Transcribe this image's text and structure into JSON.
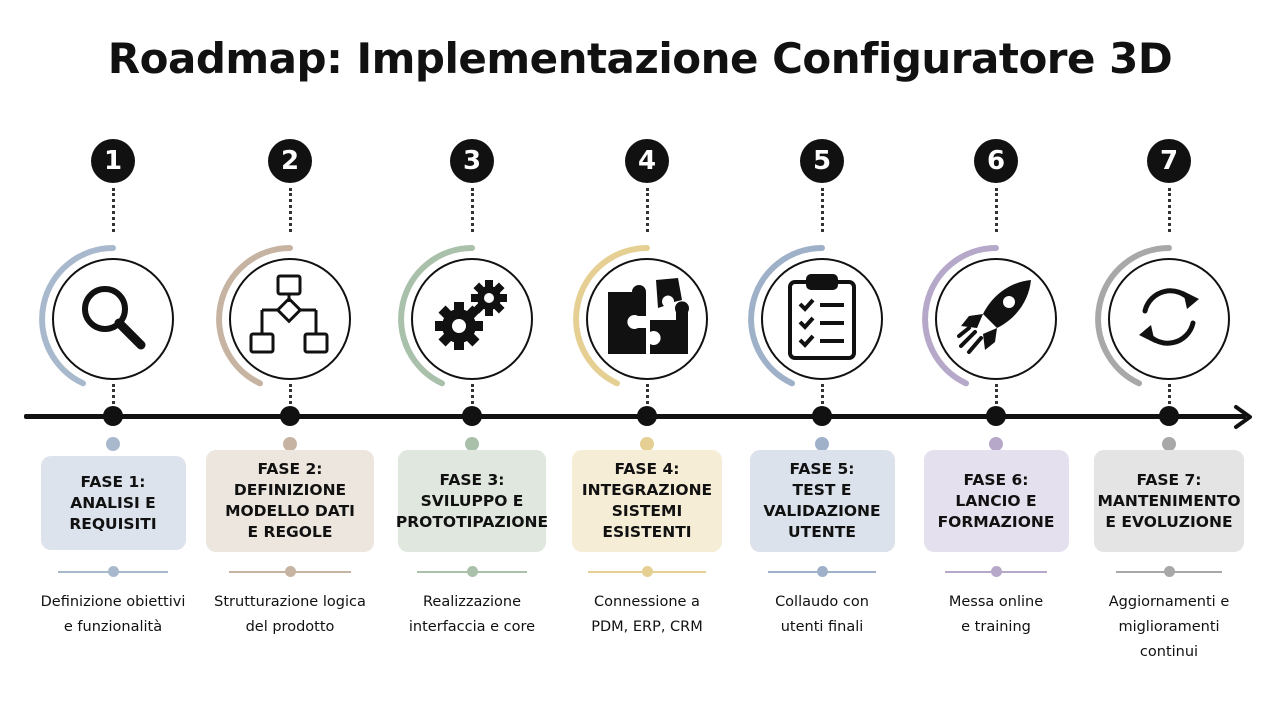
{
  "title": "Roadmap: Implementazione Configuratore 3D",
  "phases": [
    {
      "num": "1",
      "label": "FASE 1:\nANALISI E\nREQUISITI",
      "desc": "Definizione obiettivi\ne funzionalità",
      "color": "#a9b9cd",
      "box": "#dde3ec",
      "icon": "magnifier-icon"
    },
    {
      "num": "2",
      "label": "FASE 2:\nDEFINIZIONE\nMODELLO DATI\nE REGOLE",
      "desc": "Strutturazione logica\ndel prodotto",
      "color": "#c7b3a1",
      "box": "#ede6de",
      "icon": "flowchart-icon"
    },
    {
      "num": "3",
      "label": "FASE 3:\nSVILUPPO E\nPROTOTIPAZIONE",
      "desc": "Realizzazione\ninterfaccia e core",
      "color": "#a9c0aa",
      "box": "#dfe7de",
      "icon": "gears-icon"
    },
    {
      "num": "4",
      "label": "FASE 4:\nINTEGRAZIONE\nSISTEMI\nESISTENTI",
      "desc": "Connessione a\nPDM, ERP, CRM",
      "color": "#e5cf93",
      "box": "#f6edd6",
      "icon": "puzzle-icon"
    },
    {
      "num": "5",
      "label": "FASE 5:\nTEST E\nVALIDAZIONE\nUTENTE",
      "desc": "Collaudo con\nutenti finali",
      "color": "#9fb1c9",
      "box": "#dbe2ec",
      "icon": "checklist-icon"
    },
    {
      "num": "6",
      "label": "FASE 6:\nLANCIO E\nFORMAZIONE",
      "desc": "Messa online\ne training",
      "color": "#b5a8c8",
      "box": "#e5e0ed",
      "icon": "rocket-icon"
    },
    {
      "num": "7",
      "label": "FASE 7:\nMANTENIMENTO\nE EVOLUZIONE",
      "desc": "Aggiornamenti e\nmiglioramenti\ncontinui",
      "color": "#a8a8a8",
      "box": "#e4e4e4",
      "icon": "refresh-icon"
    }
  ]
}
